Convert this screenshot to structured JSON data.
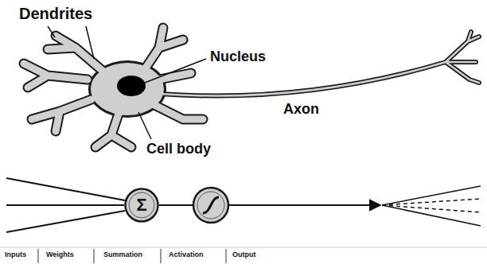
{
  "diagram": {
    "nodes": [
      {
        "text": [
          "Σ"
        ]
      }
    ],
    "labels": [
      "Dendrites",
      "Nucleus",
      "Axon",
      "Cell body",
      "Inputs",
      "Weights",
      "Summation",
      "Activation",
      "Output"
    ]
  }
}
